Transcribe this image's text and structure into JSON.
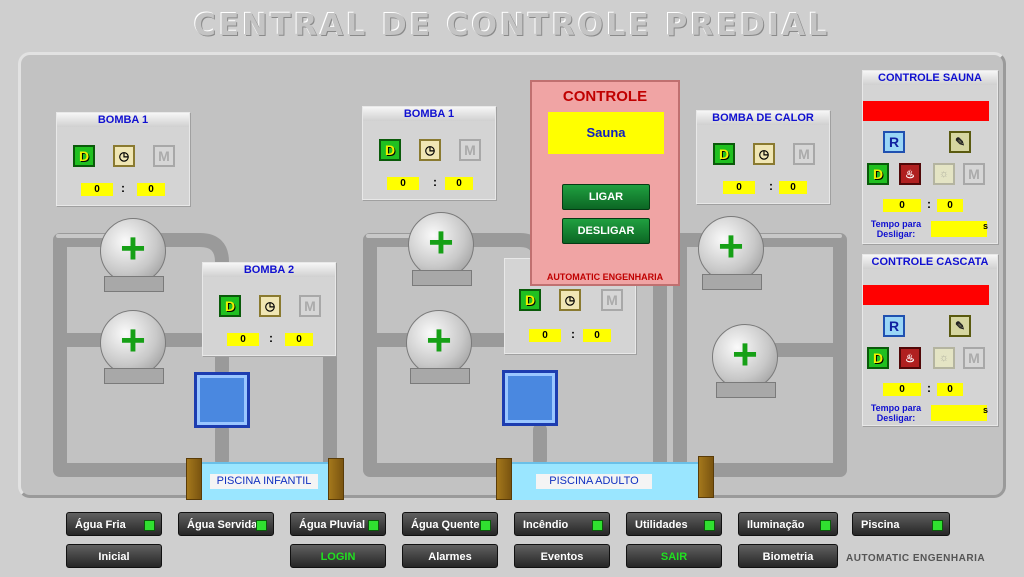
{
  "title": "CENTRAL DE CONTROLE PREDIAL",
  "zone_left": {
    "bomba1": {
      "label": "BOMBA 1",
      "d": "D",
      "m": "M",
      "v1": "0",
      "v2": "0"
    },
    "bomba2": {
      "label": "BOMBA 2",
      "d": "D",
      "m": "M",
      "v1": "0",
      "v2": "0"
    },
    "pool": "PISCINA INFANTIL"
  },
  "zone_mid": {
    "bomba1": {
      "label": "BOMBA 1",
      "d": "D",
      "m": "M",
      "v1": "0",
      "v2": "0"
    },
    "bomba2": {
      "d": "D",
      "m": "M",
      "v1": "0",
      "v2": "0"
    },
    "pool": "PISCINA ADULTO"
  },
  "bomba_calor": {
    "label": "BOMBA DE CALOR",
    "d": "D",
    "m": "M",
    "v1": "0",
    "v2": "0"
  },
  "controle": {
    "title": "CONTROLE",
    "selected": "Sauna",
    "ligar": "LIGAR",
    "desligar": "DESLIGAR",
    "footer": "AUTOMATIC ENGENHARIA"
  },
  "sauna": {
    "title": "CONTROLE SAUNA",
    "r": "R",
    "d": "D",
    "m": "M",
    "v1": "0",
    "v2": "0",
    "tempo_label1": "Tempo para",
    "tempo_label2": "Desligar:",
    "unit": "s"
  },
  "cascata": {
    "title": "CONTROLE CASCATA",
    "r": "R",
    "d": "D",
    "m": "M",
    "v1": "0",
    "v2": "0",
    "tempo_label1": "Tempo para",
    "tempo_label2": "Desligar:",
    "unit": "s"
  },
  "nav_row1": [
    "Água Fria",
    "Água Servida",
    "Água Pluvial",
    "Água Quente",
    "Incêndio",
    "Utilidades",
    "Iluminação",
    "Piscina"
  ],
  "nav_row2": {
    "inicial": "Inicial",
    "login": "LOGIN",
    "alarmes": "Alarmes",
    "eventos": "Eventos",
    "sair": "SAIR",
    "biometria": "Biometria"
  },
  "footer_brand": "AUTOMATIC ENGENHARIA",
  "colors": {
    "accent_green": "#20c020",
    "value_yellow": "#ffff00",
    "alarm_red": "#ff0000",
    "control_pink": "#f0a4a4",
    "nav_green_text": "#20e020",
    "nav_white_text": "#ffffff"
  }
}
